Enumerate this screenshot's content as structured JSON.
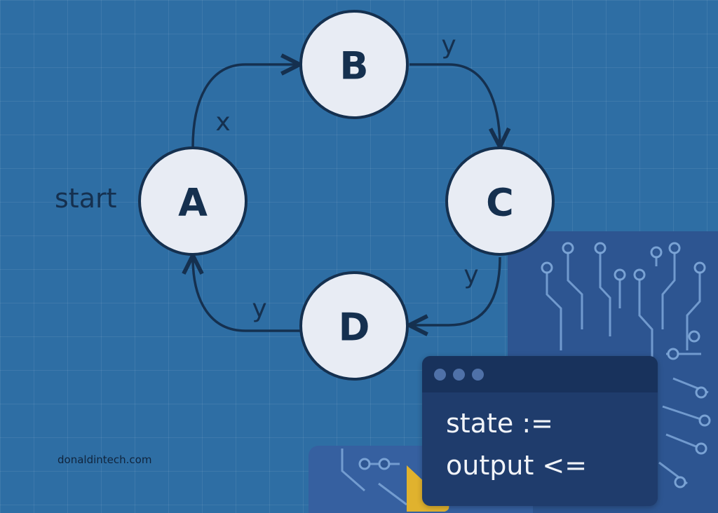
{
  "diagram": {
    "start_label": "start",
    "nodes": [
      {
        "id": "A",
        "label": "A"
      },
      {
        "id": "B",
        "label": "B"
      },
      {
        "id": "C",
        "label": "C"
      },
      {
        "id": "D",
        "label": "D"
      }
    ],
    "edges": [
      {
        "from": "A",
        "to": "B",
        "label": "x"
      },
      {
        "from": "B",
        "to": "C",
        "label": "y"
      },
      {
        "from": "C",
        "to": "D",
        "label": "y"
      },
      {
        "from": "D",
        "to": "A",
        "label": "y"
      }
    ]
  },
  "code_window": {
    "lines": [
      "state :=",
      "output <="
    ]
  },
  "footer": {
    "site": "donaldintech.com"
  },
  "colors": {
    "background": "#2e6ea4",
    "node_fill": "#e8ecf4",
    "stroke": "#15304f",
    "code_window": "#1f3c6c",
    "accent": "#e0b22e"
  },
  "icons": {
    "window_controls": "three-dots",
    "accent_shape": "play-triangle"
  }
}
